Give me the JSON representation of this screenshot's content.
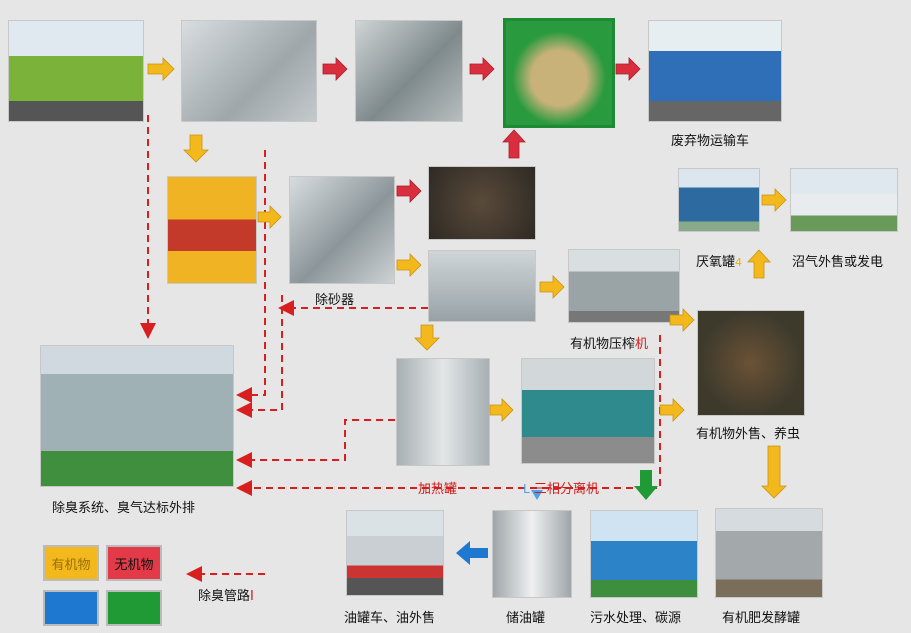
{
  "labels": {
    "waste_truck": "废弃物运输车",
    "anaerobic_tank": "厌氧罐",
    "anaerobic_mark": "4",
    "biogas": "沼气外售或发电",
    "desander": "除砂器",
    "organic_press": "有机物压榨",
    "organic_press_ji": "机",
    "organic_sale": "有机物外售、养虫",
    "deodor_system": "除臭系统、臭气达标外排",
    "heating_tank": "加热罐",
    "three_phase_mark": "L",
    "three_phase": "三相分离机",
    "tanker": "油罐车、油外售",
    "oil_tank": "储油罐",
    "sewage": "污水处理、碳源",
    "fert_tank": "有机肥发酵罐",
    "deodor_pipe": "除臭管路",
    "deodor_pipe_mark": "I"
  },
  "legend": {
    "organic": "有机物",
    "inorganic": "无机物"
  },
  "colors": {
    "yellow": "#f2b81c",
    "red": "#d92e3e",
    "blue": "#1e78d0",
    "green": "#1f9a35",
    "dash_red": "#d81e1e"
  }
}
